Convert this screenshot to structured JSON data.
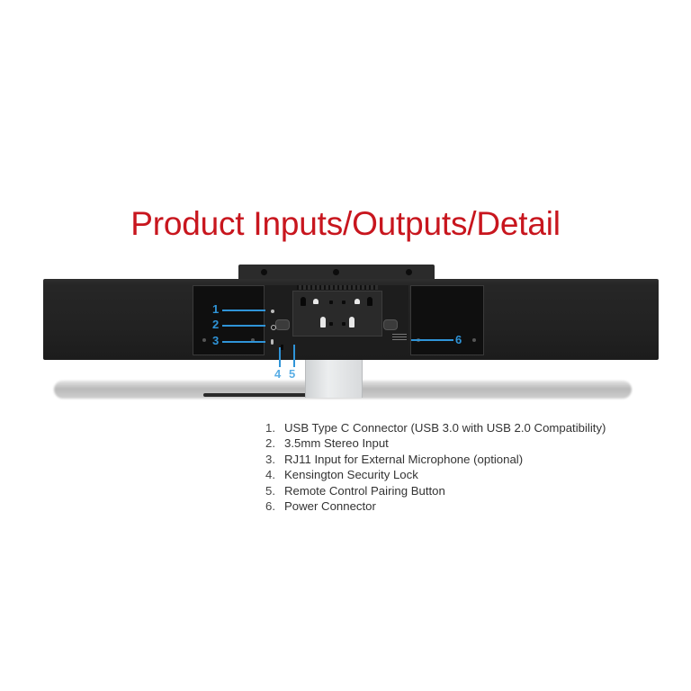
{
  "title": "Product Inputs/Outputs/Detail",
  "colors": {
    "title": "#c8161e",
    "callout": "#2f94d8",
    "device_body": "#222222",
    "text": "#333333"
  },
  "callouts": [
    {
      "num": "1"
    },
    {
      "num": "2"
    },
    {
      "num": "3"
    },
    {
      "num": "4"
    },
    {
      "num": "5"
    },
    {
      "num": "6"
    }
  ],
  "specs": [
    {
      "num": "1.",
      "label": "USB Type C Connector (USB 3.0 with USB 2.0 Compatibility)"
    },
    {
      "num": "2.",
      "label": "3.5mm Stereo Input"
    },
    {
      "num": "3.",
      "label": "RJ11 Input for External Microphone (optional)"
    },
    {
      "num": "4.",
      "label": "Kensington Security Lock"
    },
    {
      "num": "5.",
      "label": "Remote Control Pairing Button"
    },
    {
      "num": "6.",
      "label": "Power Connector"
    }
  ]
}
